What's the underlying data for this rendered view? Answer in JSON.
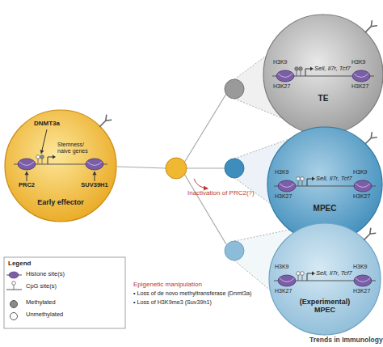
{
  "diagram": {
    "nodes": [
      {
        "text": [
          "DNMT3a",
          "Stemness/ naive genes",
          "PRC2",
          "SUV39H1",
          "Early effector"
        ]
      },
      {
        "text": [
          "H3K9",
          "H3K27",
          "Sell, Il7r, Tcf7",
          "H3K9",
          "H3K27",
          "TE"
        ]
      },
      {
        "text": [
          "H3K9",
          "H3K27",
          "Sell, Il7r, Tcf7",
          "H3K9",
          "H3K27",
          "MPEC"
        ]
      },
      {
        "text": [
          "H3K9",
          "H3K27",
          "Sell, Il7r, Tcf7",
          "H3K9",
          "H3K27",
          "(Experimental) MPEC"
        ]
      }
    ],
    "labels": [
      "Legend",
      "Inactivation of PRC2(?)",
      "Epigenetic manipulation",
      "• Loss of de novo methyltransferase (Dnmt3a)",
      "• Loss of H3K9me3 (Suv39h1)",
      "Trends in Immunology"
    ],
    "legend": [
      {
        "text": "Histone site(s)"
      },
      {
        "text": "CpG site(s)"
      },
      {
        "text": "Methylated",
        "color": "#8a8a8a"
      },
      {
        "text": "Unmethylated",
        "color": "#ffffff"
      }
    ]
  }
}
